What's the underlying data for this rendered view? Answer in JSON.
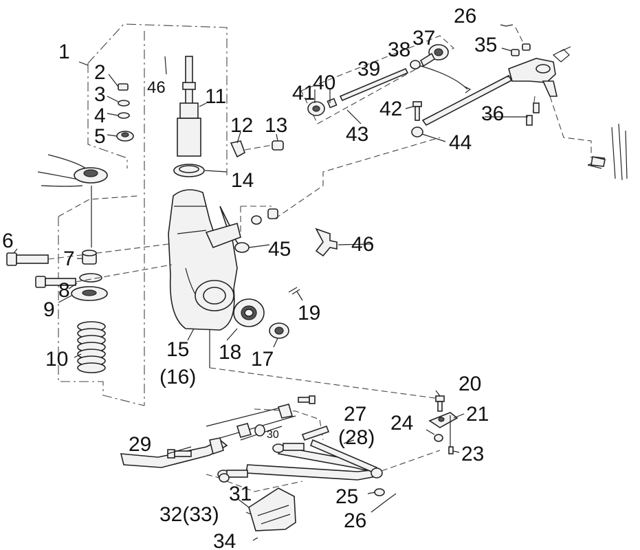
{
  "labels": {
    "l1": "1",
    "l2": "2",
    "l3": "3",
    "l4": "4",
    "l5": "5",
    "l6": "6",
    "l7": "7",
    "l8": "8",
    "l9": "9",
    "l10": "10",
    "l11": "11",
    "l12": "12",
    "l13": "13",
    "l14": "14",
    "l15": "15",
    "l16": "(16)",
    "l17": "17",
    "l18": "18",
    "l19": "19",
    "l20": "20",
    "l21": "21",
    "l23": "23",
    "l24": "24",
    "l25": "25",
    "l26a": "26",
    "l26b": "26",
    "l27": "27",
    "l28": "(28)",
    "l29": "29",
    "l30": "30",
    "l31": "31",
    "l32": "32(33)",
    "l34": "34",
    "l35": "35",
    "l36": "36",
    "l37": "37",
    "l38": "38",
    "l39": "39",
    "l40": "40",
    "l41": "41",
    "l42": "42",
    "l43": "43",
    "l44": "44",
    "l45": "45",
    "l46a": "46",
    "l46b": "46"
  }
}
